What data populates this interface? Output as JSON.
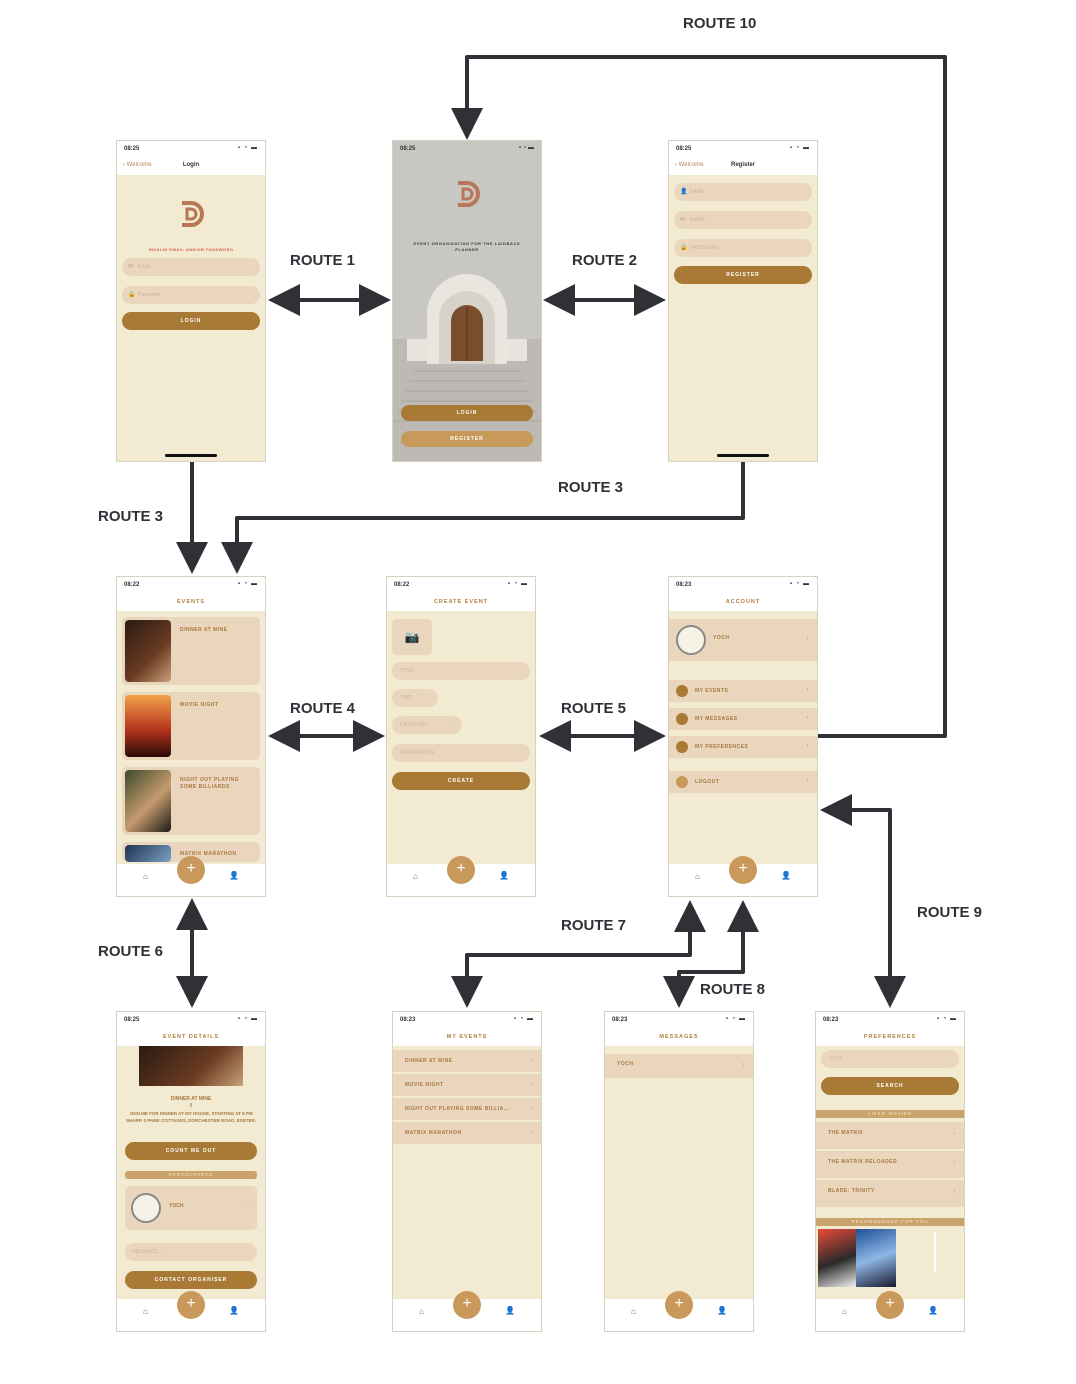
{
  "routes": {
    "r1": "ROUTE 1",
    "r2": "ROUTE 2",
    "r3a": "ROUTE 3",
    "r3b": "ROUTE 3",
    "r4": "ROUTE 4",
    "r5": "ROUTE 5",
    "r6": "ROUTE 6",
    "r7": "ROUTE 7",
    "r8": "ROUTE 8",
    "r9": "ROUTE 9",
    "r10": "ROUTE 10"
  },
  "colors": {
    "wire": "#2f3136",
    "bg": "#f3ead2",
    "accent": "#a97a35",
    "field": "#ead6bd"
  },
  "icons": {
    "back": "chevron-left-icon",
    "home": "home-icon",
    "add": "plus-icon",
    "account": "user-icon"
  },
  "status": {
    "t1": "08:25",
    "t2": "08:22",
    "t3": "08:23"
  },
  "login": {
    "back": "Welcome",
    "title": "Login",
    "error": "INVALID EMAIL AND/OR PASSWORD",
    "email_ph": "Email",
    "password_ph": "Password",
    "button": "LOGIN"
  },
  "welcome": {
    "tagline": "EVENT ORGANISATION FOR THE LAIDBACK PLANNER",
    "login": "LOGIN",
    "register": "REGISTER"
  },
  "register": {
    "back": "Welcome",
    "title": "Register",
    "name_ph": "NAME",
    "email_ph": "EMAIL",
    "password_ph": "PASSWORD",
    "button": "REGISTER"
  },
  "events": {
    "title": "Events",
    "items": [
      {
        "name": "Dinner at Mine"
      },
      {
        "name": "Movie Night"
      },
      {
        "name": "Night out playing some billiards"
      },
      {
        "name": "Matrix Marathon"
      }
    ]
  },
  "create": {
    "title": "Create Event",
    "title_ph": "TITLE",
    "time_ph": "TIME",
    "category_ph": "CATEGORY",
    "desc_ph": "DESCRIPTION",
    "button": "CREATE"
  },
  "account": {
    "title": "Account",
    "user": "Yoch",
    "items": [
      "My Events",
      "My Messages",
      "My Preferences"
    ],
    "logout": "Logout"
  },
  "details": {
    "title": "Event Details",
    "name": "Dinner at Mine",
    "count": "8",
    "desc": "Join me for dinner at my house. Starting at 8 PM sharp. 3 Park Cottages, Dorchester Road, Exeter.",
    "count_btn": "COUNT ME OUT",
    "participants": "PARTICIPANTS",
    "participant": "Yoch",
    "message_ph": "MESSAGE...",
    "contact_btn": "CONTACT ORGANISER"
  },
  "my_events": {
    "title": "My Events",
    "items": [
      "Dinner at Mine",
      "Movie Night",
      "Night out playing some billia...",
      "Matrix Marathon"
    ]
  },
  "messages": {
    "title": "Messages",
    "from": "Yoch"
  },
  "preferences": {
    "title": "Preferences",
    "title_ph": "TITLE",
    "search": "SEARCH",
    "liked": "LIKED MOVIES",
    "movies": [
      "The Matrix",
      "The Matrix Reloaded",
      "Blade: Trinity"
    ],
    "recommended": "RECOMMENDED FOR YOU"
  }
}
